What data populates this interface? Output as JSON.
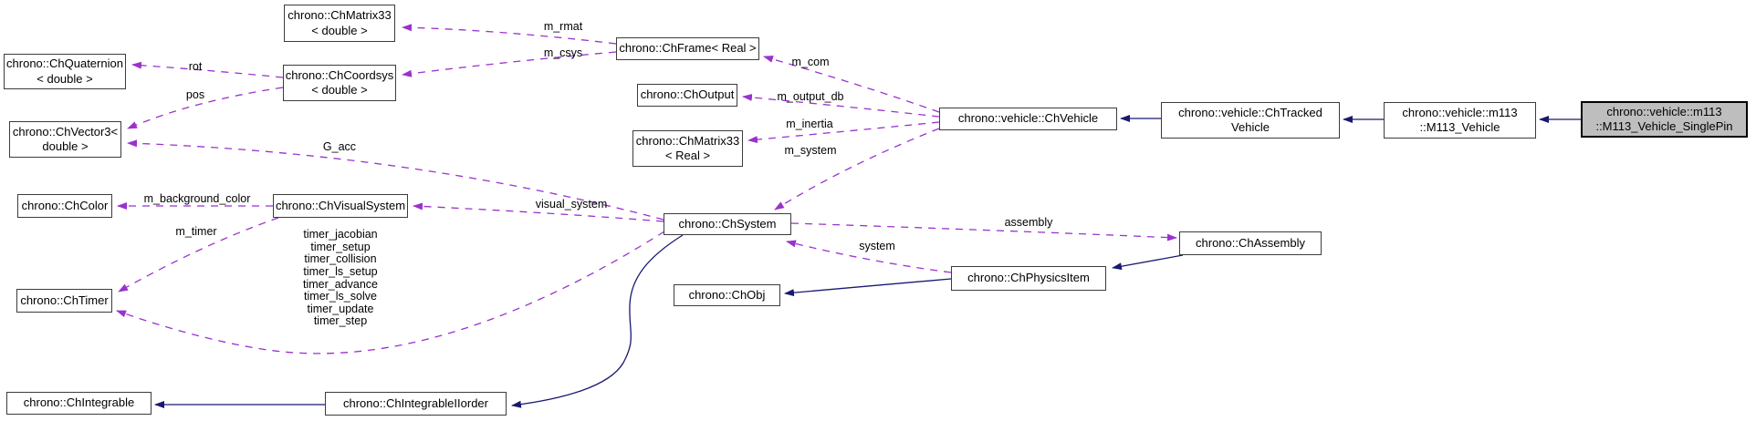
{
  "colors": {
    "dashed_edge": "#9a32cd",
    "solid_edge": "#191970",
    "node_fill": "#ffffff",
    "node_border": "#3c3c3c",
    "highlight_fill": "#bebebe"
  },
  "nodes": {
    "chmatrix33_double": {
      "label": "chrono::ChMatrix33\n< double >"
    },
    "chquaternion": {
      "label": "chrono::ChQuaternion\n< double >"
    },
    "chcoordsys": {
      "label": "chrono::ChCoordsys\n< double >"
    },
    "chvector3": {
      "label": "chrono::ChVector3<\ndouble >"
    },
    "chframe": {
      "label": "chrono::ChFrame< Real >"
    },
    "choutput": {
      "label": "chrono::ChOutput"
    },
    "chmatrix33_real": {
      "label": "chrono::ChMatrix33\n< Real >"
    },
    "chvehicle": {
      "label": "chrono::vehicle::ChVehicle"
    },
    "chtrackedvehicle": {
      "label": "chrono::vehicle::ChTracked\nVehicle"
    },
    "m113_vehicle": {
      "label": "chrono::vehicle::m113\n::M113_Vehicle"
    },
    "m113_singlepin": {
      "label": "chrono::vehicle::m113\n::M113_Vehicle_SinglePin"
    },
    "chcolor": {
      "label": "chrono::ChColor"
    },
    "chvisualsystem": {
      "label": "chrono::ChVisualSystem"
    },
    "chsystem": {
      "label": "chrono::ChSystem"
    },
    "chtimer": {
      "label": "chrono::ChTimer"
    },
    "chobj": {
      "label": "chrono::ChObj"
    },
    "chphysicsitem": {
      "label": "chrono::ChPhysicsItem"
    },
    "chassembly": {
      "label": "chrono::ChAssembly"
    },
    "chintegrable": {
      "label": "chrono::ChIntegrable"
    },
    "chintegrableiiorder": {
      "label": "chrono::ChIntegrableIIorder"
    }
  },
  "edge_labels": {
    "m_rmat": "m_rmat",
    "m_csys": "m_csys",
    "rot": "rot",
    "pos": "pos",
    "m_com": "m_com",
    "m_output_db": "m_output_db",
    "m_inertia": "m_inertia",
    "m_system": "m_system",
    "g_acc": "G_acc",
    "m_background_color": "m_background_color",
    "visual_system": "visual_system",
    "m_timer": "m_timer",
    "timers": "timer_jacobian\ntimer_setup\ntimer_collision\ntimer_ls_setup\ntimer_advance\ntimer_ls_solve\ntimer_update\ntimer_step",
    "assembly": "assembly",
    "system": "system"
  }
}
